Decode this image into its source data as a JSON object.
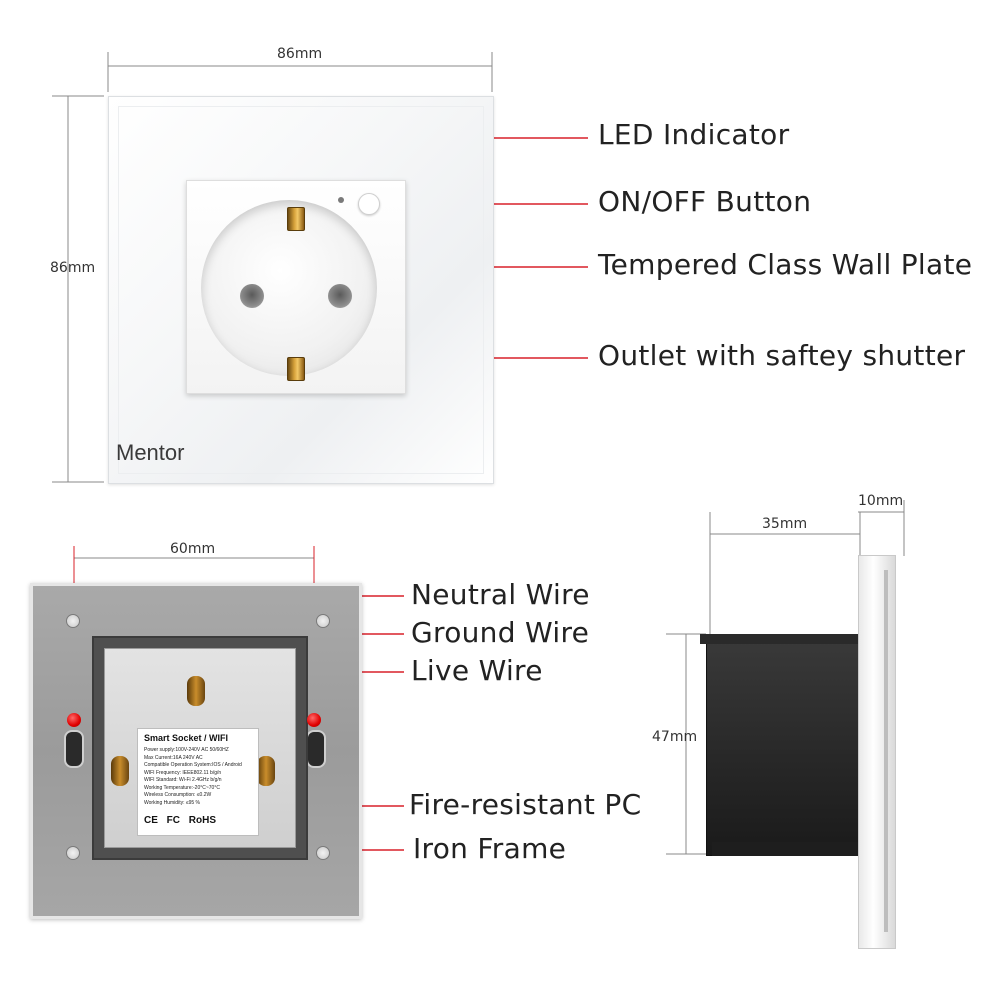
{
  "dimensions": {
    "front_width": "86mm",
    "front_height": "86mm",
    "back_width": "60mm",
    "side_depth": "35mm",
    "side_plate": "10mm",
    "side_height": "47mm"
  },
  "front_labels": {
    "led": "LED Indicator",
    "button": "ON/OFF Button",
    "plate": "Tempered Class Wall Plate",
    "outlet": "Outlet with saftey shutter"
  },
  "brand": "Mentor",
  "back_labels": {
    "neutral": "Neutral Wire",
    "ground": "Ground Wire",
    "live": "Live Wire",
    "pc": "Fire-resistant PC",
    "iron": "Iron Frame"
  },
  "spec_card": {
    "title": "Smart Socket / WIFI",
    "lines": [
      "Power supply:100V-240V AC  50/60HZ",
      "Max Current:16A  240V AC",
      "Compatible Operation System:IOS / Android",
      "WIFI Frequency: IEEE802.11 b/g/n",
      "WIFI Standard: Wi-Fi 2.4GHz b/g/n",
      "Working Temperature:-20°C~70°C",
      "Wireless Consumption: ≤0.2W",
      "Working Humidity: ≤95 %"
    ],
    "certs": "CE FC RoHS"
  },
  "colors": {
    "callout_red": "#d8202a",
    "dim_line": "#888888"
  }
}
